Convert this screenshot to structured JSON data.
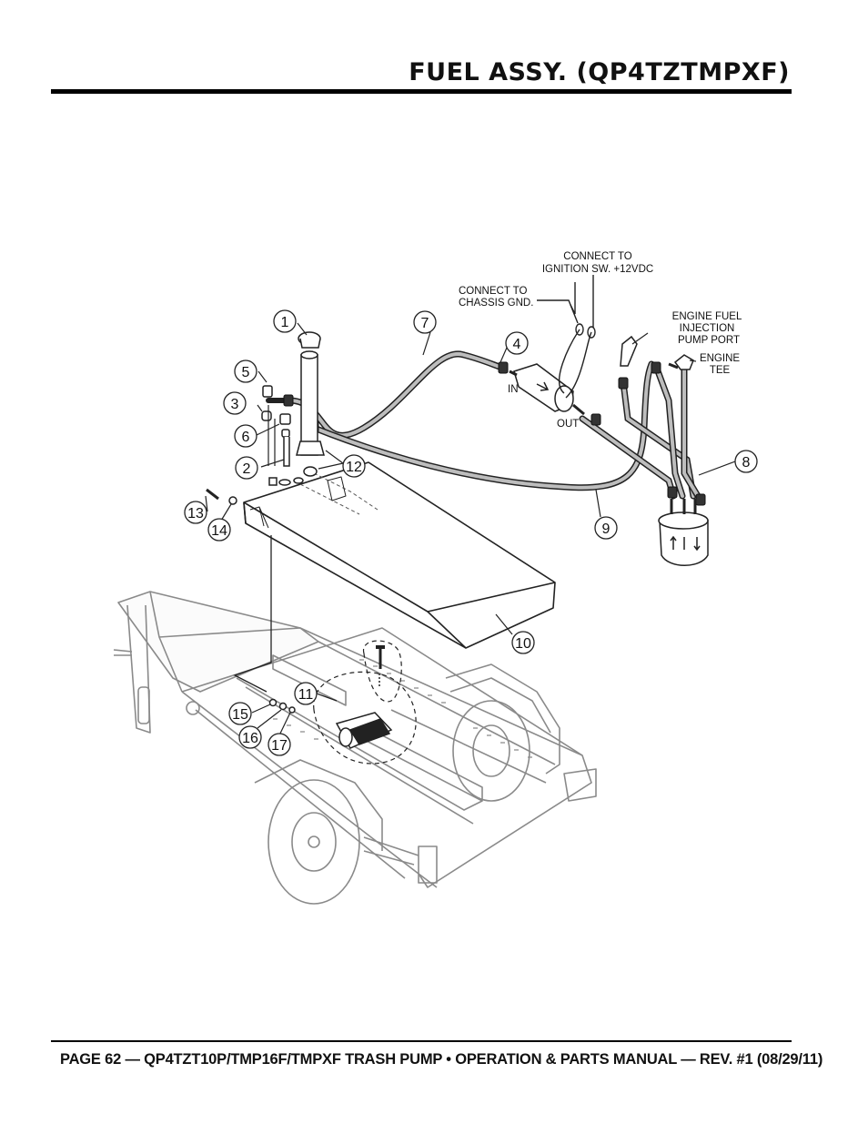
{
  "header": {
    "title": "FUEL ASSY. (QP4TZTMPXF)"
  },
  "footer": {
    "text": "PAGE 62 — QP4TZT10P/TMP16F/TMPXF TRASH PUMP • OPERATION & PARTS MANUAL — REV. #1 (08/29/11)"
  },
  "callouts": [
    "1",
    "2",
    "3",
    "4",
    "5",
    "6",
    "7",
    "8",
    "9",
    "10",
    "11",
    "12",
    "13",
    "14",
    "15",
    "16",
    "17"
  ],
  "notes": {
    "ignition": [
      "CONNECT TO",
      "IGNITION SW. +12VDC"
    ],
    "chassis": [
      "CONNECT TO",
      "CHASSIS GND."
    ],
    "engine_fuel": [
      "ENGINE FUEL",
      "INJECTION",
      "PUMP PORT"
    ],
    "engine_tee": [
      "ENGINE",
      "TEE"
    ],
    "in_label": "IN",
    "out_label": "OUT"
  }
}
